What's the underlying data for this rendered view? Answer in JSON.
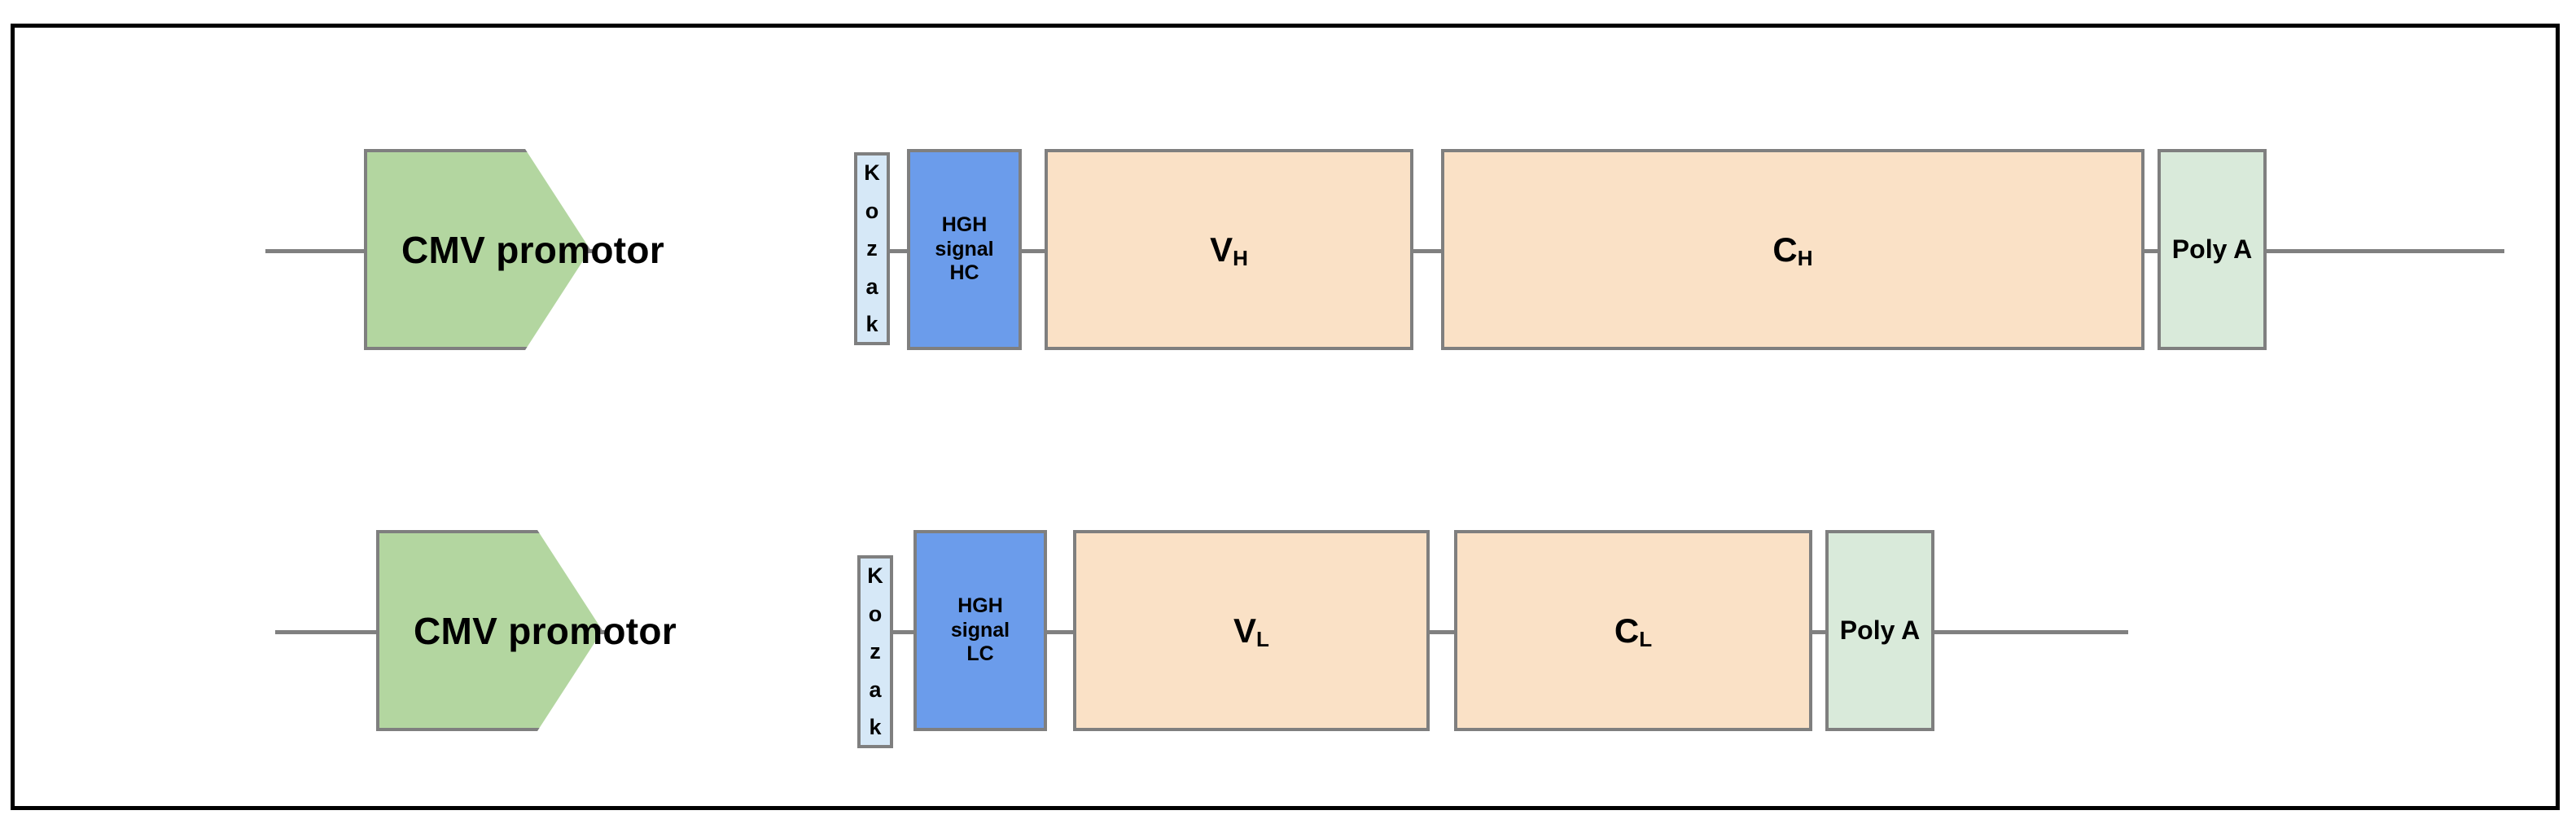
{
  "figure": {
    "type": "gene-construct-diagram",
    "frame_color": "#000000",
    "background": "#ffffff"
  },
  "palette": {
    "promoter_green": "#b3d6a0",
    "kozak_blue": "#d6e8f7",
    "signal_blue": "#6b9ceb",
    "domain_peach": "#fae1c6",
    "polya_green": "#d9eada",
    "outline_grey": "#7f7f7f",
    "line_grey": "#808080",
    "text_black": "#000000"
  },
  "constructs": [
    {
      "name": "heavy-chain-cassette",
      "elements": {
        "promoter": {
          "label": "CMV promotor",
          "shape": "arrow"
        },
        "kozak": {
          "letters": [
            "K",
            "o",
            "z",
            "a",
            "k"
          ],
          "label": "Kozak"
        },
        "signal": {
          "lines": [
            "HGH",
            "signal",
            "HC"
          ],
          "label": "HGH signal HC"
        },
        "variable": {
          "base": "V",
          "sub": "H",
          "label": "VH"
        },
        "constant": {
          "base": "C",
          "sub": "H",
          "label": "CH"
        },
        "terminator": {
          "label": "Poly A"
        }
      }
    },
    {
      "name": "light-chain-cassette",
      "elements": {
        "promoter": {
          "label": "CMV promotor",
          "shape": "arrow"
        },
        "kozak": {
          "letters": [
            "K",
            "o",
            "z",
            "a",
            "k"
          ],
          "label": "Kozak"
        },
        "signal": {
          "lines": [
            "HGH",
            "signal",
            "LC"
          ],
          "label": "HGH signal LC"
        },
        "variable": {
          "base": "V",
          "sub": "L",
          "label": "VL"
        },
        "constant": {
          "base": "C",
          "sub": "L",
          "label": "CL"
        },
        "terminator": {
          "label": "Poly A"
        }
      }
    }
  ]
}
